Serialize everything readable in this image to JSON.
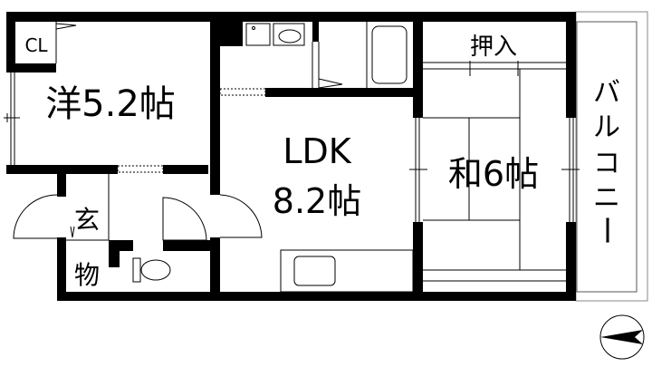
{
  "plan": {
    "rooms": {
      "closet": "CL",
      "western_room": "洋5.2帖",
      "ldk_line1": "LDK",
      "ldk_line2": "8.2帖",
      "japanese_room": "和6帖",
      "oshiire": "押入",
      "entrance": "玄",
      "storage": "物",
      "balcony": [
        "バ",
        "ル",
        "コ",
        "ニ",
        "ー"
      ]
    },
    "colors": {
      "wall": "#000000",
      "background": "#ffffff"
    }
  }
}
